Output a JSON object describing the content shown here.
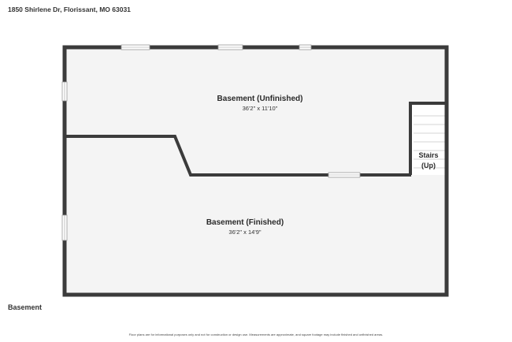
{
  "header": {
    "address": "1850 Shirlene Dr, Florissant, MO 63031"
  },
  "rooms": {
    "unfinished": {
      "name": "Basement (Unfinished)",
      "dimensions": "36'2\" x 11'10\""
    },
    "finished": {
      "name": "Basement (Finished)",
      "dimensions": "36'2\" x 14'9\""
    },
    "stairs": {
      "line1": "Stairs",
      "line2": "(Up)"
    }
  },
  "floor": {
    "name": "Basement"
  },
  "footer": {
    "disclaimer": "Floor plans are for informational purposes only and not for construction or design use. Measurements are approximate, and square footage may include finished and unfinished areas."
  },
  "colors": {
    "wall": "#3b3b3b",
    "floor_fill": "#f4f4f4",
    "window_fill": "#ffffff",
    "stair_line": "#c8c8c8"
  }
}
